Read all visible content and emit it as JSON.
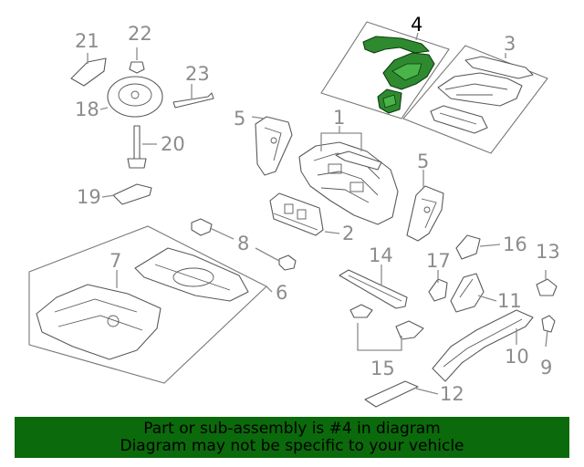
{
  "diagram": {
    "highlighted_callout": "4",
    "highlight_color": "#2f8a2f",
    "callouts": [
      "1",
      "2",
      "3",
      "4",
      "5",
      "5",
      "6",
      "7",
      "8",
      "9",
      "10",
      "11",
      "12",
      "13",
      "14",
      "15",
      "16",
      "17",
      "18",
      "19",
      "20",
      "21",
      "22",
      "23"
    ]
  },
  "banner": {
    "line1": "Part or sub-assembly is #4 in diagram",
    "line2": "Diagram may not be specific to your vehicle",
    "background_color": "#0b6a0b"
  }
}
